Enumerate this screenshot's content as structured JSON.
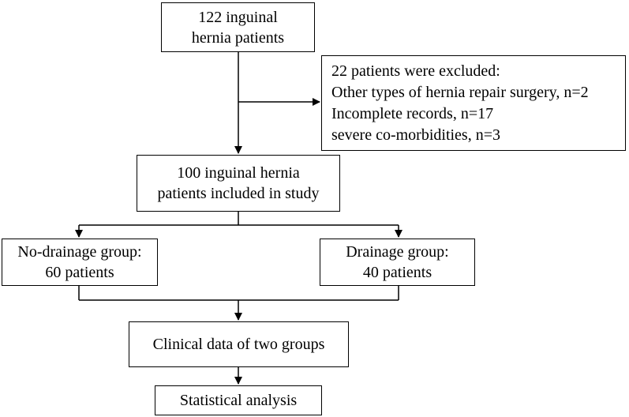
{
  "boxes": {
    "screened": {
      "lines": [
        "122 inguinal",
        "hernia patients"
      ]
    },
    "excluded": {
      "lines": [
        "22 patients were excluded:",
        "Other types of hernia repair surgery, n=2",
        "Incomplete records, n=17",
        "severe co-morbidities, n=3"
      ]
    },
    "included": {
      "lines": [
        "100 inguinal hernia",
        "patients included in study"
      ]
    },
    "no_drainage": {
      "lines": [
        "No-drainage group:",
        "60 patients"
      ]
    },
    "drainage": {
      "lines": [
        "Drainage group:",
        "40 patients"
      ]
    },
    "clinical": {
      "lines": [
        "Clinical data of  two groups"
      ]
    },
    "statistics": {
      "lines": [
        "Statistical analysis"
      ]
    }
  },
  "colors": {
    "stroke": "#000000",
    "background": "#ffffff"
  }
}
